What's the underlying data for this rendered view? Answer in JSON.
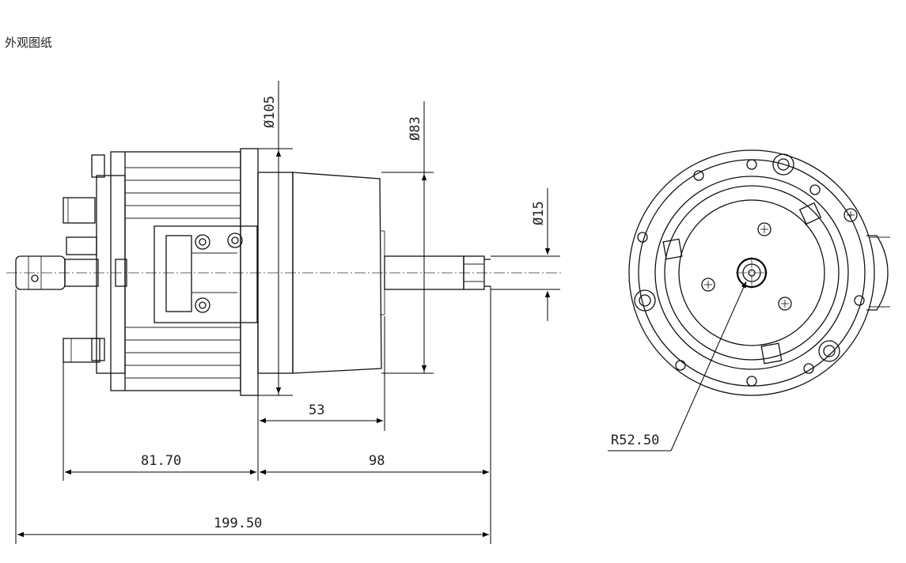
{
  "page": {
    "title": "外观图纸"
  },
  "dimensions": {
    "dia_105": "Ø105",
    "dia_83": "Ø83",
    "dia_15": "Ø15",
    "len_53": "53",
    "len_81_70": "81.70",
    "len_98": "98",
    "len_199_50": "199.50",
    "radius": "R52.50"
  }
}
